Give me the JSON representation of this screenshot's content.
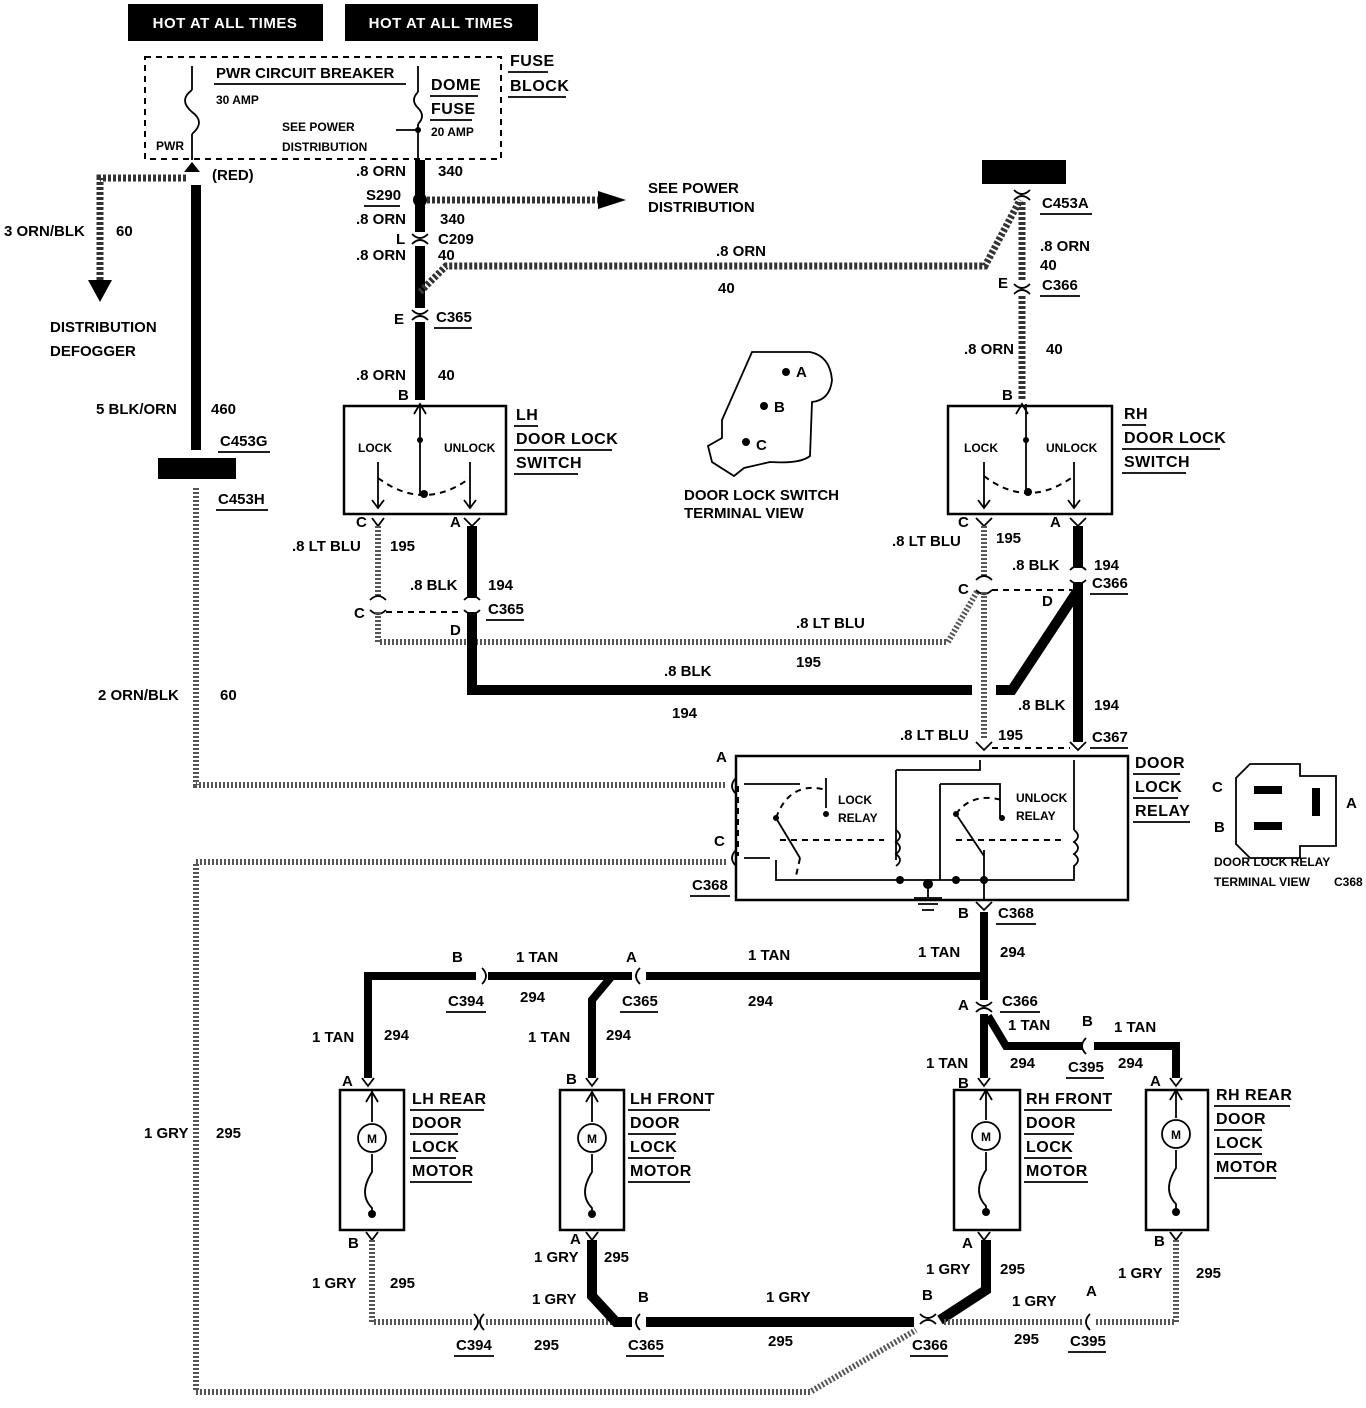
{
  "headers": [
    "HOT AT ALL TIMES",
    "HOT AT ALL TIMES"
  ],
  "fuse_block": {
    "label_l1": "FUSE",
    "label_l2": "BLOCK",
    "breaker_title": "PWR CIRCUIT BREAKER",
    "breaker_rating": "30 AMP",
    "pwr": "PWR",
    "see_power_l1": "SEE POWER",
    "see_power_l2": "DISTRIBUTION",
    "dome_l1": "DOME",
    "dome_l2": "FUSE",
    "dome_rating": "20 AMP",
    "red": "(RED)"
  },
  "splice": {
    "wire_top": ".8 ORN",
    "circuit_top": "340",
    "id": "S290",
    "wire2": ".8 ORN",
    "circuit2": "340",
    "arrow_l1": "SEE POWER",
    "arrow_l2": "DISTRIBUTION"
  },
  "c209": {
    "pin": "L",
    "id": "C209",
    "wire": ".8 ORN",
    "circuit": "40"
  },
  "top_wire": {
    "wire": ".8 ORN",
    "circuit": "40"
  },
  "c365_e": {
    "pin": "E",
    "id": "C365"
  },
  "lh_feed": {
    "wire": ".8 ORN",
    "circuit": "40"
  },
  "left_branch": {
    "wire": "3 ORN/BLK",
    "circuit": "60",
    "dest_l1": "DISTRIBUTION",
    "dest_l2": "DEFOGGER"
  },
  "c453": {
    "wire": "5 BLK/ORN",
    "circuit": "460",
    "g": "C453G",
    "h": "C453H",
    "a": "C453A"
  },
  "left_lower": {
    "wire": "2 ORN/BLK",
    "circuit": "60"
  },
  "rh_top": {
    "wire": ".8 ORN",
    "circuit": "40",
    "pin": "E",
    "id": "C366",
    "feed_wire": ".8 ORN",
    "feed_circuit": "40"
  },
  "lh_switch": {
    "l1": "LH",
    "l2": "DOOR LOCK",
    "l3": "SWITCH",
    "lock": "LOCK",
    "unlock": "UNLOCK",
    "pin_b": "B",
    "pin_c": "C",
    "pin_a": "A"
  },
  "rh_switch": {
    "l1": "RH",
    "l2": "DOOR LOCK",
    "l3": "SWITCH",
    "lock": "LOCK",
    "unlock": "UNLOCK",
    "pin_b": "B",
    "pin_c": "C",
    "pin_a": "A"
  },
  "terminal_view": {
    "pin_a": "A",
    "pin_b": "B",
    "pin_c": "C",
    "l1": "DOOR LOCK SWITCH",
    "l2": "TERMINAL VIEW"
  },
  "lh_lower": {
    "ltblu": ".8 LT BLU",
    "c195": "195",
    "blk": ".8 BLK",
    "c194": "194",
    "pin_c": "C",
    "pin_d": "D",
    "id": "C365"
  },
  "rh_lower": {
    "ltblu": ".8 LT BLU",
    "c195": "195",
    "blk": ".8 BLK",
    "c194": "194",
    "pin_c": "C",
    "pin_d": "D",
    "id": "C366"
  },
  "mid_wires": {
    "ltblu": ".8 LT BLU",
    "c195": "195",
    "blk": ".8 BLK",
    "c194": "194"
  },
  "relay_in": {
    "ltblu": ".8 LT BLU",
    "c195": "195",
    "blk": ".8 BLK",
    "c194": "194",
    "id": "C367"
  },
  "relay": {
    "l1": "DOOR",
    "l2": "LOCK",
    "l3": "RELAY",
    "lock_l1": "LOCK",
    "lock_l2": "RELAY",
    "unlock_l1": "UNLOCK",
    "unlock_l2": "RELAY",
    "pin_a": "A",
    "pin_c": "C",
    "pin_b": "B",
    "id": "C368",
    "id_b": "C368"
  },
  "relay_view": {
    "pin_c": "C",
    "pin_a": "A",
    "pin_b": "B",
    "l1": "DOOR LOCK RELAY",
    "l2": "TERMINAL VIEW",
    "id": "C368"
  },
  "tan_bus": {
    "t294_wire": "1 TAN",
    "t294": "294",
    "c394_pin": "B",
    "c394_wire": "1 TAN",
    "c394_circuit": "294",
    "c394_id": "C394",
    "c365_pin": "A",
    "c365_id": "C365",
    "c365_wire": "1 TAN",
    "c365_circuit": "294",
    "c366_pin": "A",
    "c366_id": "C366",
    "c366_wire": "1 TAN",
    "c395_pin": "B",
    "c395_id": "C395",
    "c395_wire": "1 TAN",
    "c395_circuit": "294",
    "rh_front_wire": "1 TAN",
    "rh_front_circuit": "294"
  },
  "motors": [
    {
      "l1": "LH REAR",
      "l2": "DOOR",
      "l3": "LOCK",
      "l4": "MOTOR",
      "top_pin": "A",
      "bot_pin": "B",
      "m": "M"
    },
    {
      "l1": "LH FRONT",
      "l2": "DOOR",
      "l3": "LOCK",
      "l4": "MOTOR",
      "top_pin": "B",
      "bot_pin": "A",
      "m": "M"
    },
    {
      "l1": "RH FRONT",
      "l2": "DOOR",
      "l3": "LOCK",
      "l4": "MOTOR",
      "top_pin": "B",
      "bot_pin": "A",
      "m": "M"
    },
    {
      "l1": "RH REAR",
      "l2": "DOOR",
      "l3": "LOCK",
      "l4": "MOTOR",
      "top_pin": "A",
      "bot_pin": "B",
      "m": "M"
    }
  ],
  "gry_bus": {
    "gry_wire": "1 GRY",
    "gry_circuit": "295",
    "lhr_wire": "1 GRY",
    "lhr_circuit": "295",
    "lhf_wire": "1 GRY",
    "lhf_circuit": "295",
    "c394_id": "C394",
    "c394_circuit": "295",
    "c394_wire": "1 GRY",
    "c365_pin": "B",
    "c365_id": "C365",
    "c365_wire": "1 GRY",
    "c365_circuit": "295",
    "c366_pin": "B",
    "c366_id": "C366",
    "rhf_wire": "1 GRY",
    "rhf_circuit": "295",
    "c395_pin": "A",
    "c395_id": "C395",
    "c395_wire": "1 GRY",
    "c395_circuit": "295",
    "rhr_wire": "1 GRY",
    "rhr_circuit": "295"
  }
}
